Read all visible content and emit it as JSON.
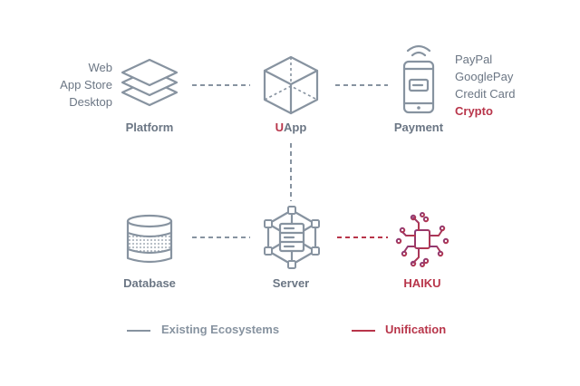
{
  "nodes": {
    "platform": {
      "label": "Platform",
      "options": [
        "Web",
        "App Store",
        "Desktop"
      ]
    },
    "uapp": {
      "label_prefix": "U",
      "label_rest": "App"
    },
    "payment": {
      "label": "Payment",
      "options": [
        "PayPal",
        "GooglePay",
        "Credit Card"
      ],
      "highlight": "Crypto"
    },
    "database": {
      "label": "Database"
    },
    "server": {
      "label": "Server"
    },
    "haiku": {
      "label": "HAIKU"
    }
  },
  "legend": {
    "existing": "Existing Ecosystems",
    "unification": "Unification"
  },
  "colors": {
    "gray": "#8793a0",
    "accent": "#b8354a",
    "text": "#6b7684",
    "purple": "#8a3a78"
  }
}
